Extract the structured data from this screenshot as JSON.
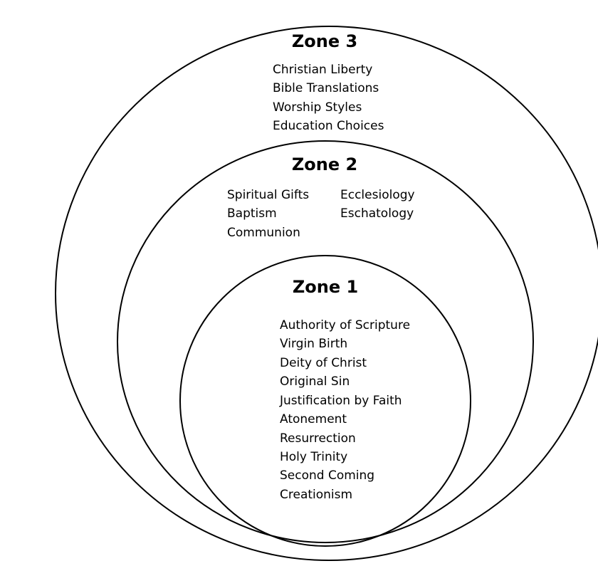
{
  "diagram": {
    "zone3": {
      "title": "Zone 3",
      "items": [
        "Christian Liberty",
        "Bible Translations",
        "Worship Styles",
        "Education Choices"
      ]
    },
    "zone2": {
      "title": "Zone 2",
      "items_left": [
        "Spiritual Gifts",
        "Baptism",
        "Communion"
      ],
      "items_right": [
        "Ecclesiology",
        "Eschatology"
      ]
    },
    "zone1": {
      "title": "Zone 1",
      "items": [
        "Authority of Scripture",
        "Virgin Birth",
        "Deity of Christ",
        "Original Sin",
        "Justification by Faith",
        "Atonement",
        "Resurrection",
        "Holy Trinity",
        "Second Coming",
        "Creationism"
      ]
    }
  }
}
